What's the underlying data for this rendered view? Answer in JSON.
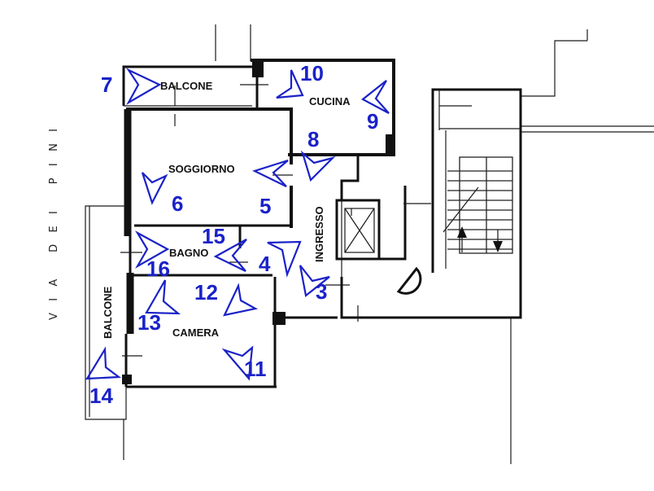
{
  "rooms": {
    "balcone_top": "BALCONE",
    "cucina": "CUCINA",
    "soggiorno": "SOGGIORNO",
    "ingresso": "INGRESSO",
    "bagno": "BAGNO",
    "camera": "CAMERA",
    "balcone_left": "BALCONE"
  },
  "street": "VIA DEI PINI",
  "markers": {
    "m3": "3",
    "m4": "4",
    "m5": "5",
    "m6": "6",
    "m7": "7",
    "m8": "8",
    "m9": "9",
    "m10": "10",
    "m11": "11",
    "m12": "12",
    "m13": "13",
    "m14": "14",
    "m15": "15",
    "m16": "16"
  },
  "colors": {
    "marker": "#1a22c8",
    "wall": "#111111"
  }
}
